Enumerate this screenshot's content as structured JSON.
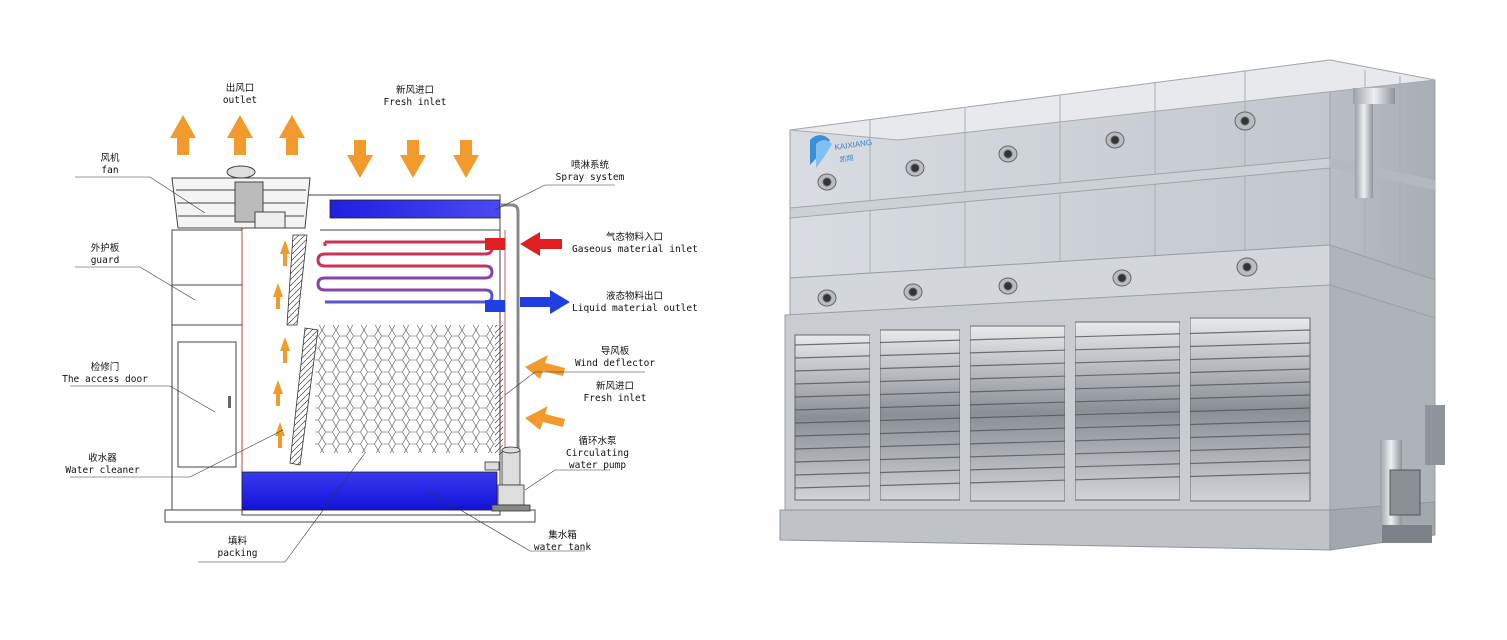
{
  "labels": {
    "outlet": {
      "zh": "出风口",
      "en": "outlet"
    },
    "fresh_inlet_top": {
      "zh": "新风进口",
      "en": "Fresh inlet"
    },
    "fan": {
      "zh": "风机",
      "en": "fan"
    },
    "guard": {
      "zh": "外护板",
      "en": "guard"
    },
    "access_door": {
      "zh": "检修门",
      "en": "The access door"
    },
    "water_cleaner": {
      "zh": "收水器",
      "en": "Water cleaner"
    },
    "packing": {
      "zh": "填料",
      "en": "packing"
    },
    "spray_system": {
      "zh": "喷淋系统",
      "en": "Spray system"
    },
    "gaseous_inlet": {
      "zh": "气态物料入口",
      "en": "Gaseous material inlet"
    },
    "liquid_outlet": {
      "zh": "液态物料出口",
      "en": "Liquid material outlet"
    },
    "wind_deflector": {
      "zh": "导风板",
      "en": "Wind deflector"
    },
    "fresh_inlet_side": {
      "zh": "新风进口",
      "en": "Fresh inlet"
    },
    "pump": {
      "zh": "循环水泵",
      "en": "Circulating",
      "en2": "water pump"
    },
    "water_tank": {
      "zh": "集水箱",
      "en": "water tank"
    }
  },
  "photo": {
    "brand": "KAIXIANG",
    "brand_zh": "凯翔"
  },
  "colors": {
    "arrow_orange": "#f39a2c",
    "arrow_red": "#e02020",
    "arrow_blue": "#1f3fe0",
    "water_blue": "#1a1ae6",
    "panel_gray": "#c9cdd2"
  }
}
